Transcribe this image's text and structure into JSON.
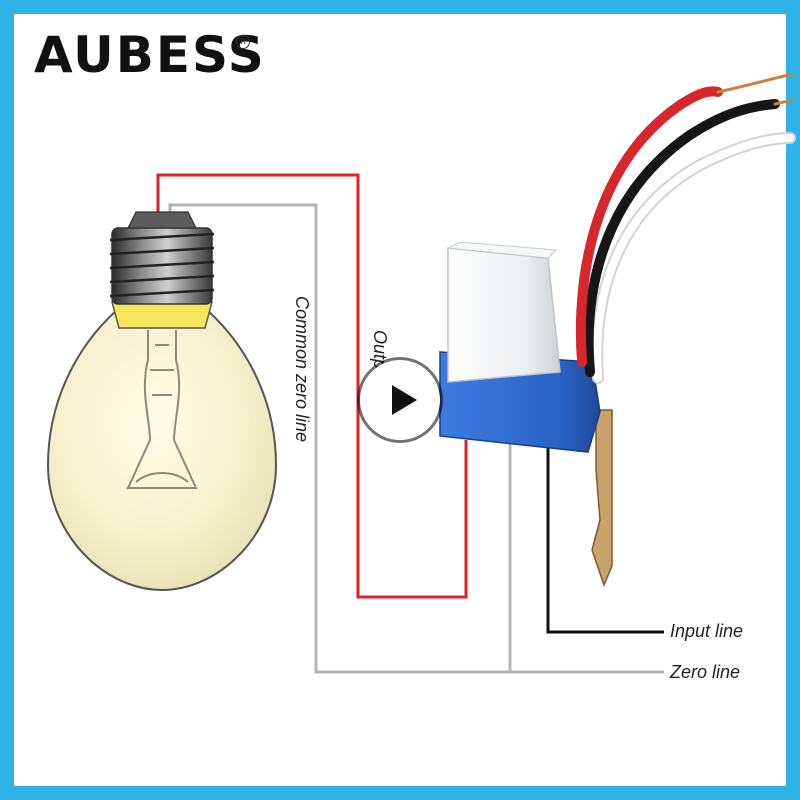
{
  "brand": {
    "name": "AUBESS",
    "registered_mark": "R"
  },
  "labels": {
    "common_zero_line": "Common zero line",
    "output_load": "Output load",
    "input_line": "Input line",
    "zero_line": "Zero line"
  },
  "video": {
    "play_icon": "play-icon"
  },
  "colors": {
    "frame": "#2fb3e6",
    "live_wire": "#e0202a",
    "neutral_wire": "#b4b4b4",
    "input_wire": "#111111",
    "sensor_base": "#2a63c6",
    "sensor_cap": "#eef0f2",
    "bulb_glass": "#f6f3d6"
  }
}
